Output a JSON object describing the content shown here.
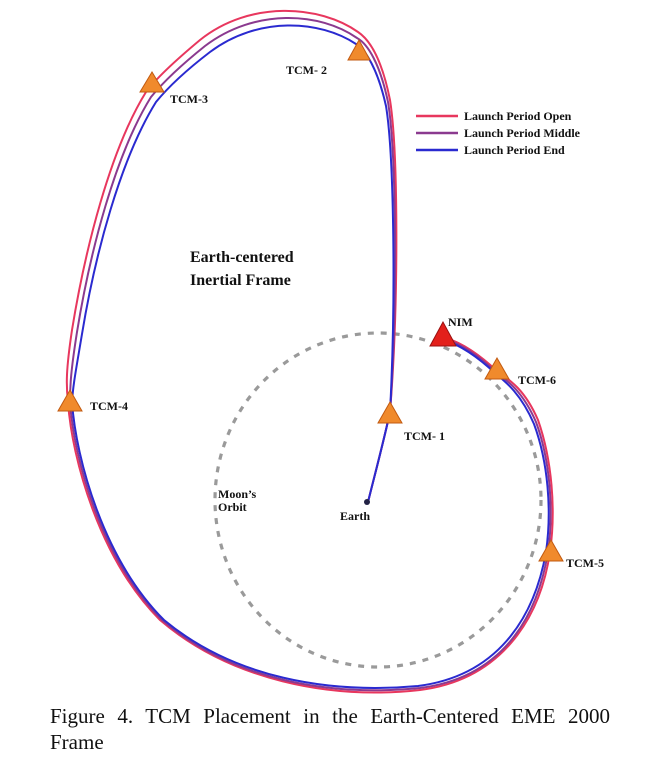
{
  "diagram": {
    "frame_label_line1": "Earth-centered",
    "frame_label_line2": "Inertial Frame",
    "moon_orbit_label_line1": "Moon’s",
    "moon_orbit_label_line2": "Orbit",
    "earth_label": "Earth",
    "markers": [
      {
        "id": "tcm-1",
        "label": "TCM- 1"
      },
      {
        "id": "tcm-2",
        "label": "TCM- 2"
      },
      {
        "id": "tcm-3",
        "label": "TCM-3"
      },
      {
        "id": "tcm-4",
        "label": "TCM-4"
      },
      {
        "id": "tcm-5",
        "label": "TCM-5"
      },
      {
        "id": "tcm-6",
        "label": "TCM-6"
      },
      {
        "id": "nim",
        "label": "NIM"
      }
    ],
    "legend": [
      {
        "label": "Launch Period Open",
        "color": "#e8375e"
      },
      {
        "label": "Launch Period Middle",
        "color": "#8b3a8f"
      },
      {
        "label": "Launch Period End",
        "color": "#2a2ad0"
      }
    ],
    "colors": {
      "tcm_marker": "#f08a2c",
      "nim_marker": "#e3201b",
      "moon_orbit": "#999999"
    }
  },
  "caption": "Figure 4. TCM Placement in the Earth-Centered EME 2000 Frame"
}
